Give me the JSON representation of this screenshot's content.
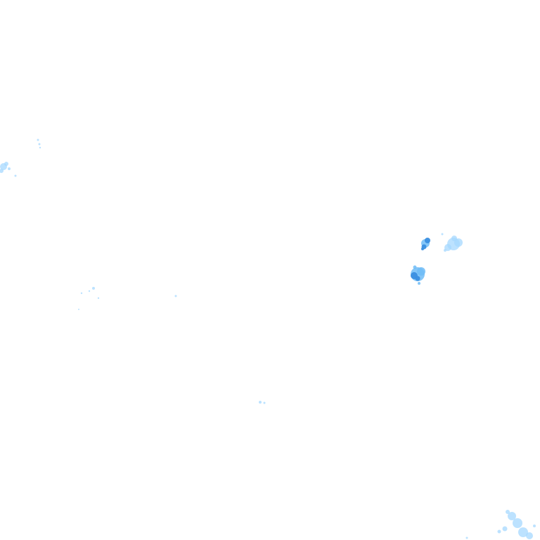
{
  "map": {
    "background": "#ffffff",
    "intensity_colors": {
      "light": "#a6d8ff",
      "moderate": "#6fbcf7",
      "heavy": "#3a8fe0"
    },
    "echo_cells": [
      {
        "name": "radar-echo-west-edge",
        "intensity": "light"
      },
      {
        "name": "radar-echo-northwest-speck",
        "intensity": "light"
      },
      {
        "name": "radar-echo-cell-east-1",
        "intensity": "heavy"
      },
      {
        "name": "radar-echo-cell-east-2",
        "intensity": "light"
      },
      {
        "name": "radar-echo-cell-east-3",
        "intensity": "heavy"
      },
      {
        "name": "radar-echo-west-scatter",
        "intensity": "light"
      },
      {
        "name": "radar-echo-center-south",
        "intensity": "light"
      },
      {
        "name": "radar-echo-southeast-corner",
        "intensity": "light"
      }
    ]
  }
}
